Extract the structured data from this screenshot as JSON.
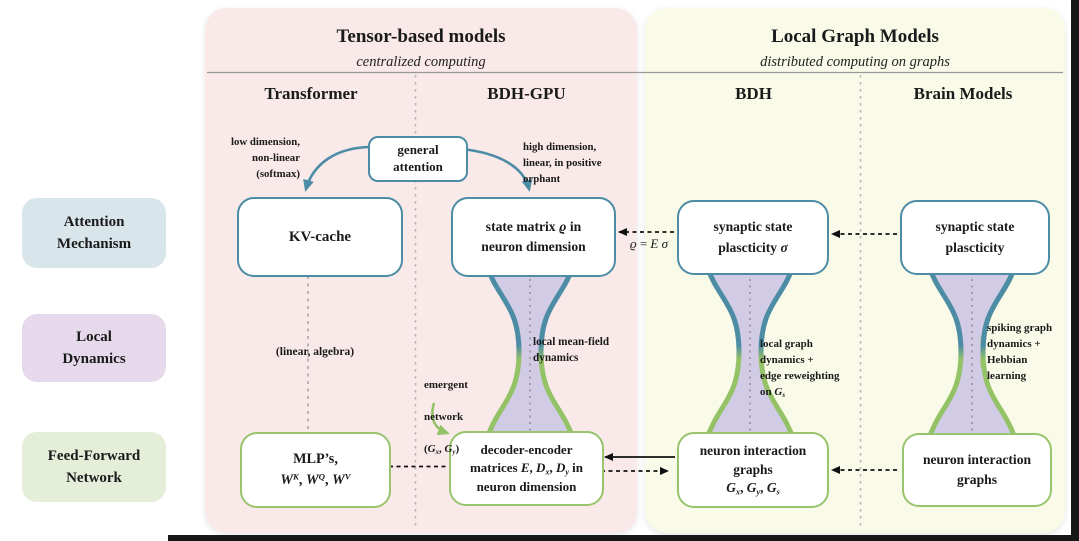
{
  "colors": {
    "teal_border": "#4d8ca5",
    "green_border": "#97c46c",
    "funnel_fill": "#d2cbe5",
    "panel_tensor_bg": "#f9e9e9",
    "panel_graph_bg": "#fafae9",
    "row_attention_bg": "#d8e5eb",
    "row_dynamics_bg": "#e7d9ec",
    "row_ffn_bg": "#e4eed8",
    "dash_gray": "#b4b4b4",
    "arrow_black": "#111111",
    "capture_strip": "#171717"
  },
  "header": {
    "tensor_title": "Tensor-based models",
    "tensor_subtitle": "centralized computing",
    "graph_title": "Local Graph Models",
    "graph_subtitle": "distributed computing on graphs"
  },
  "columns": {
    "transformer": "Transformer",
    "bdh_gpu": "BDH-GPU",
    "bdh": "BDH",
    "brain": "Brain Models"
  },
  "rows": {
    "attention": {
      "line1": "Attention",
      "line2": "Mechanism"
    },
    "dynamics": {
      "line1": "Local",
      "line2": "Dynamics"
    },
    "ffn": {
      "line1": "Feed-Forward",
      "line2": "Network"
    }
  },
  "boxes": {
    "general_attention": {
      "line1": "general",
      "line2": "attention"
    },
    "kv_cache": {
      "label": "KV-cache"
    },
    "state_matrix": {
      "pre": "state matrix ",
      "rho": "ϱ",
      "post": " in",
      "line2": "neuron dimension"
    },
    "synaptic_bdh": {
      "line1": "synaptic state",
      "line2": "plascticity ",
      "sigma": "σ"
    },
    "synaptic_brain": {
      "line1": "synaptic state",
      "line2": "plascticity"
    },
    "mlp": {
      "line1": "MLP’s,",
      "w": "W",
      "k": "K",
      "q": "Q",
      "v": "V",
      "sep": ", "
    },
    "decoder": {
      "line1": "decoder-encoder",
      "m": "matrices ",
      "E": "E",
      "sep0": ", ",
      "D": "D",
      "x": "x",
      "sep": ", ",
      "y": "y",
      "in": " in",
      "line3": "neuron dimension"
    },
    "neuron_bdh": {
      "line1": "neuron interaction",
      "line2": "graphs",
      "G": "G",
      "x": "x",
      "y": "y",
      "s": "s",
      "sep": ", "
    },
    "neuron_brain": {
      "line1": "neuron interaction",
      "line2": "graphs"
    }
  },
  "annotations": {
    "low_dim": "low dimension,\nnon-linear\n(softmax)",
    "high_dim": "high dimension,\nlinear, in positive\norphant",
    "linear_algebra": "(linear, algebra)",
    "mean_field": "local mean-field\ndynamics",
    "local_graph": "local graph\ndynamics +\nedge reweighting",
    "on_g": {
      "pre": "on ",
      "G": "G",
      "sub": "s"
    },
    "spiking": "spiking graph\ndynamics +\nHebbian\nlearning",
    "emergent": {
      "line1": "emergent",
      "line2": "network",
      "p1": "(",
      "G": "G",
      "s1": "x",
      "sep": ", ",
      "s2": "y",
      "p2": ")"
    },
    "rho_eq": {
      "rho": "ϱ",
      "eq": " = ",
      "rhs": "E σ"
    }
  }
}
